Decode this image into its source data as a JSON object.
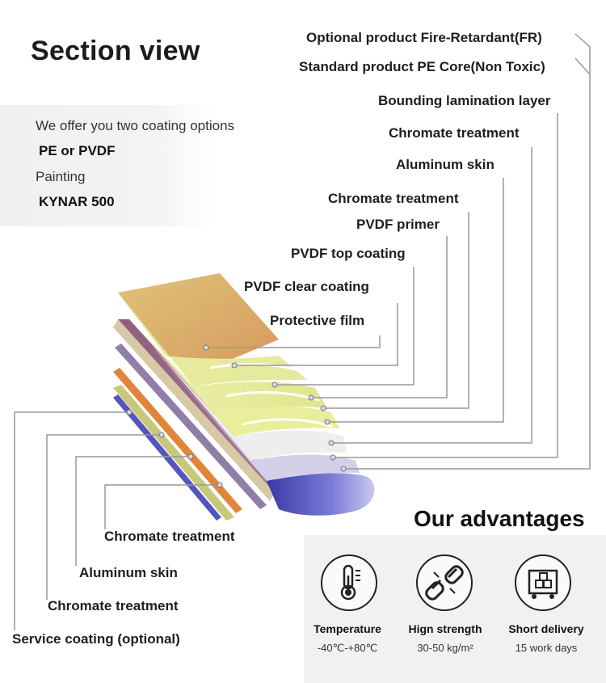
{
  "header": {
    "title": "Section view"
  },
  "intro": {
    "line1": "We offer you two coating options",
    "line2": "PE or PVDF",
    "line3": "Painting",
    "line4": "KYNAR 500"
  },
  "right_labels": [
    "Optional product Fire-Retardant(FR)",
    "Standard product PE Core(Non Toxic)",
    "Bounding lamination layer",
    "Chromate treatment",
    "Aluminum skin",
    "Chromate treatment",
    "PVDF primer",
    "PVDF top coating",
    "PVDF clear coating",
    "Protective film"
  ],
  "left_labels": [
    "Chromate treatment",
    "Aluminum skin",
    "Chromate treatment",
    "Service coating (optional)"
  ],
  "advantages": {
    "title": "Our advantages",
    "items": [
      {
        "icon": "thermometer-icon",
        "name": "Temperature",
        "value": "-40℃-+80℃"
      },
      {
        "icon": "broken-link-icon",
        "name": "Hign strength",
        "value": "30-50 kg/m²"
      },
      {
        "icon": "delivery-box-icon",
        "name": "Short delivery",
        "value": "15 work days"
      }
    ]
  },
  "colors": {
    "protective_film": "#d9a86a",
    "top_coating": "#e6ec9a",
    "aluminum": "#cfd9c8",
    "core_side": "#9a6b88",
    "back_coating": "#5d5dc8",
    "leader_line": "#999999"
  }
}
